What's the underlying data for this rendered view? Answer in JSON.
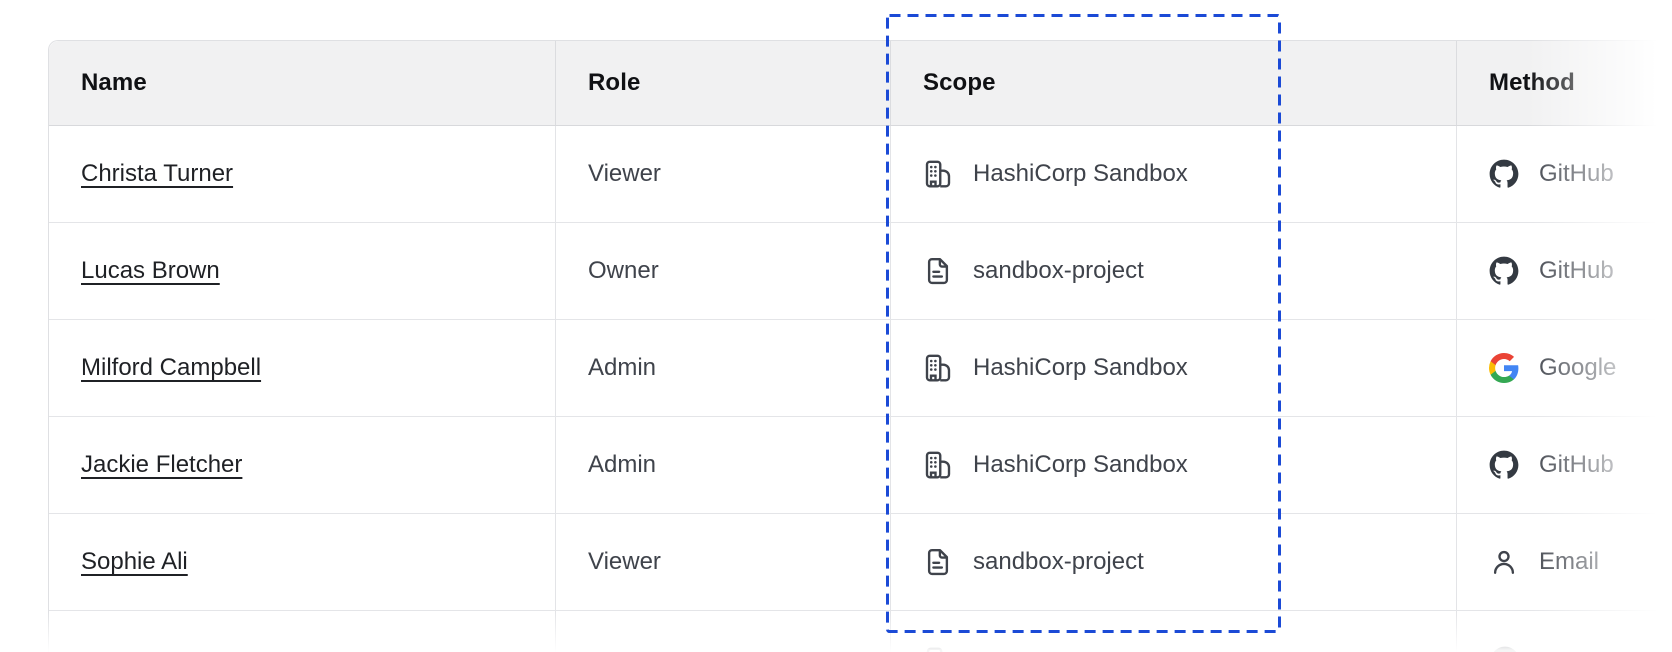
{
  "table": {
    "columns": [
      {
        "label": "Name"
      },
      {
        "label": "Role"
      },
      {
        "label": "Scope"
      },
      {
        "label": "Method"
      }
    ],
    "rows": [
      {
        "name": "Christa Turner",
        "role": "Viewer",
        "scope": {
          "icon": "org-building-icon",
          "label": "HashiCorp Sandbox"
        },
        "method": {
          "icon": "github-icon",
          "label": "GitHub"
        }
      },
      {
        "name": "Lucas Brown",
        "role": "Owner",
        "scope": {
          "icon": "file-text-icon",
          "label": "sandbox-project"
        },
        "method": {
          "icon": "github-icon",
          "label": "GitHub"
        }
      },
      {
        "name": "Milford Campbell",
        "role": "Admin",
        "scope": {
          "icon": "org-building-icon",
          "label": "HashiCorp Sandbox"
        },
        "method": {
          "icon": "google-icon",
          "label": "Google"
        }
      },
      {
        "name": "Jackie Fletcher",
        "role": "Admin",
        "scope": {
          "icon": "org-building-icon",
          "label": "HashiCorp Sandbox"
        },
        "method": {
          "icon": "github-icon",
          "label": "GitHub"
        }
      },
      {
        "name": "Sophie Ali",
        "role": "Viewer",
        "scope": {
          "icon": "file-text-icon",
          "label": "sandbox-project"
        },
        "method": {
          "icon": "person-icon",
          "label": "Email"
        }
      }
    ],
    "partial_next_row": {
      "scope_icon": "org-building-icon",
      "method_icon": "github-icon"
    }
  },
  "annotation": {
    "highlighted_column": "Scope",
    "border_color": "#1b4ad6"
  },
  "colors": {
    "header_bg": "#f1f1f2",
    "row_divider": "#e4e5e8",
    "icon_slate": "#3f434b",
    "github_mark": "#343a42",
    "google_blue": "#4285F4",
    "google_green": "#34A853",
    "google_yellow": "#FBBC05",
    "google_red": "#EA4335"
  }
}
